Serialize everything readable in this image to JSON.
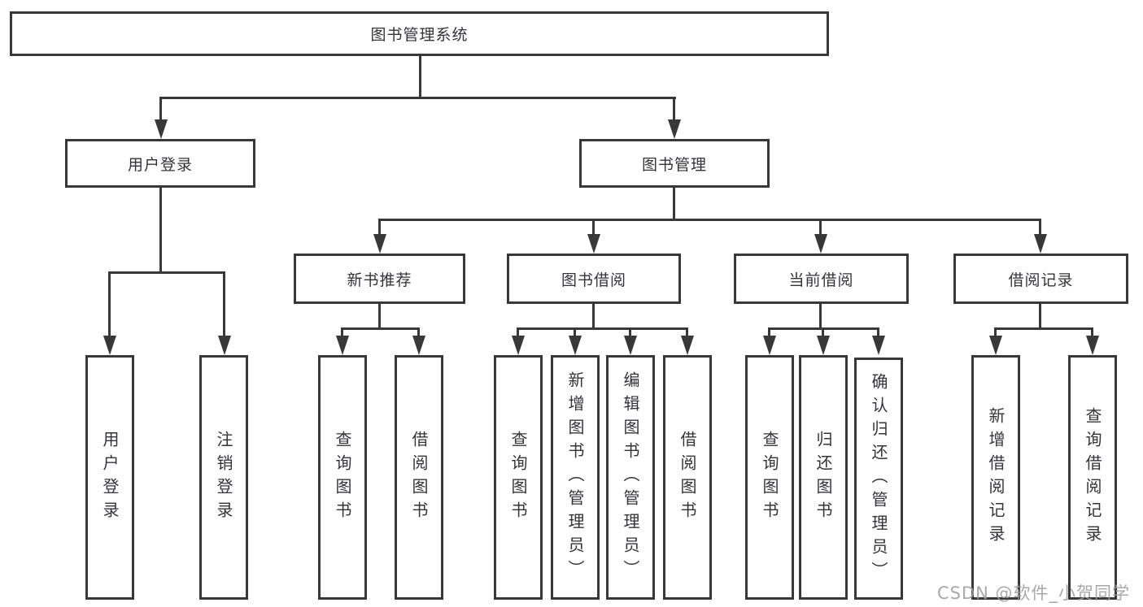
{
  "root": {
    "label": "图书管理系统"
  },
  "user_branch": {
    "label": "用户登录",
    "children": [
      {
        "label": "用户登录"
      },
      {
        "label": "注销登录"
      }
    ]
  },
  "book_branch": {
    "label": "图书管理",
    "groups": [
      {
        "label": "新书推荐",
        "children": [
          {
            "label": "查询图书"
          },
          {
            "label": "借阅图书"
          }
        ]
      },
      {
        "label": "图书借阅",
        "children": [
          {
            "label": "查询图书"
          },
          {
            "label": "新增图书（管理员）"
          },
          {
            "label": "编辑图书（管理员）"
          },
          {
            "label": "借阅图书"
          }
        ]
      },
      {
        "label": "当前借阅",
        "children": [
          {
            "label": "查询图书"
          },
          {
            "label": "归还图书"
          },
          {
            "label": "确认归还（管理员）"
          }
        ]
      },
      {
        "label": "借阅记录",
        "children": [
          {
            "label": "新增借阅记录"
          },
          {
            "label": "查询借阅记录"
          }
        ]
      }
    ]
  },
  "watermark": "CSDN @软件_小贺同学",
  "colors": {
    "line": "#383838",
    "text": "#33343a",
    "background": "#ffffff",
    "watermark": "#9e9e9e"
  }
}
